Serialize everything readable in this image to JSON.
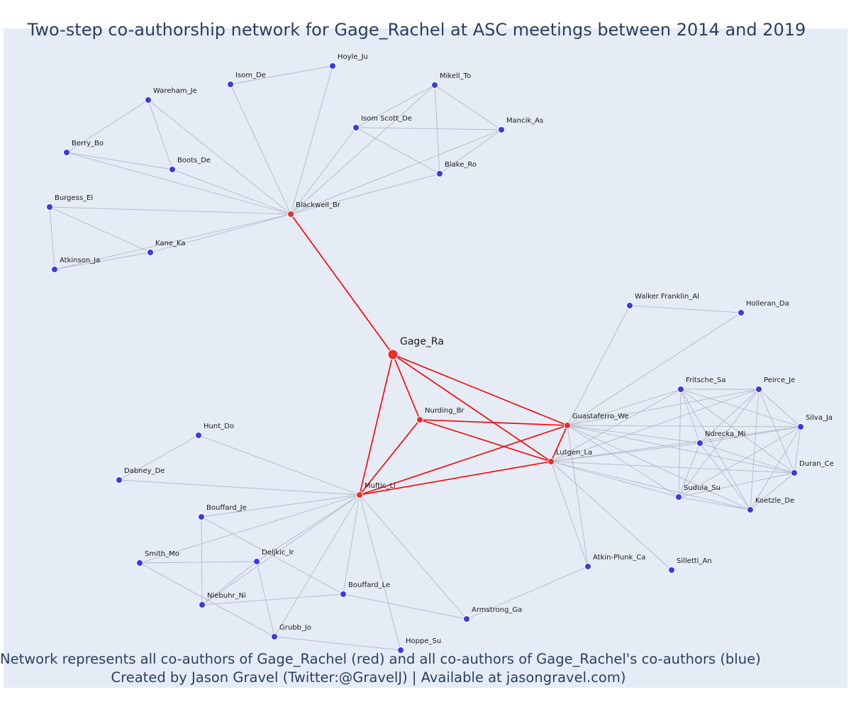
{
  "title": "Two-step co-authorship network for Gage_Rachel at ASC meetings between 2014 and 2019",
  "footer": {
    "line1": "Network represents all co-authors of Gage_Rachel (red) and all co-authors of Gage_Rachel's co-authors (blue)",
    "line2": "Created by Jason Gravel (Twitter:@GravelJ) | Available at jasongravel.com)"
  },
  "colors": {
    "ego": "#ef2b2b",
    "coauthor": "#ef2b2b",
    "second_step": "#3b3be0",
    "ego_edge": "#ff0000",
    "other_edge": "#b4b8c8",
    "background": "#e5ecf6"
  },
  "nodes": [
    {
      "id": "Gage_Ra",
      "group": "ego"
    },
    {
      "id": "Blackwell_Br",
      "group": "coauthor"
    },
    {
      "id": "Nurding_Br",
      "group": "coauthor"
    },
    {
      "id": "Guastaferro_We",
      "group": "coauthor"
    },
    {
      "id": "Lutgen_La",
      "group": "coauthor"
    },
    {
      "id": "Muftic_Li",
      "group": "coauthor"
    },
    {
      "id": "Hoyle_Ju",
      "group": "second"
    },
    {
      "id": "Isom_De",
      "group": "second"
    },
    {
      "id": "Mikell_To",
      "group": "second"
    },
    {
      "id": "Wareham_Je",
      "group": "second"
    },
    {
      "id": "Isom Scott_De",
      "group": "second"
    },
    {
      "id": "Mancik_As",
      "group": "second"
    },
    {
      "id": "Berry_Bo",
      "group": "second"
    },
    {
      "id": "Boots_De",
      "group": "second"
    },
    {
      "id": "Blake_Ro",
      "group": "second"
    },
    {
      "id": "Burgess_El",
      "group": "second"
    },
    {
      "id": "Kane_Ka",
      "group": "second"
    },
    {
      "id": "Atkinson_Ja",
      "group": "second"
    },
    {
      "id": "Walker Franklin_Al",
      "group": "second"
    },
    {
      "id": "Holleran_Da",
      "group": "second"
    },
    {
      "id": "Fritsche_Sa",
      "group": "second"
    },
    {
      "id": "Peirce_Je",
      "group": "second"
    },
    {
      "id": "Silva_Ja",
      "group": "second"
    },
    {
      "id": "Ndrecka_Mi",
      "group": "second"
    },
    {
      "id": "Duran_Ce",
      "group": "second"
    },
    {
      "id": "Sudula_Su",
      "group": "second"
    },
    {
      "id": "Koetzle_De",
      "group": "second"
    },
    {
      "id": "Atkin-Plunk_Ca",
      "group": "second"
    },
    {
      "id": "Silletti_An",
      "group": "second"
    },
    {
      "id": "Hunt_Do",
      "group": "second"
    },
    {
      "id": "Dabney_De",
      "group": "second"
    },
    {
      "id": "Bouffard_Je",
      "group": "second"
    },
    {
      "id": "Smith_Mo",
      "group": "second"
    },
    {
      "id": "Deljkic_Ir",
      "group": "second"
    },
    {
      "id": "Niebuhr_Ni",
      "group": "second"
    },
    {
      "id": "Bouffard_Le",
      "group": "second"
    },
    {
      "id": "Armstrong_Ga",
      "group": "second"
    },
    {
      "id": "Grubb_Jo",
      "group": "second"
    },
    {
      "id": "Hoppe_Su",
      "group": "second"
    }
  ],
  "edges": [
    [
      "Gage_Ra",
      "Blackwell_Br"
    ],
    [
      "Gage_Ra",
      "Nurding_Br"
    ],
    [
      "Gage_Ra",
      "Guastaferro_We"
    ],
    [
      "Gage_Ra",
      "Lutgen_La"
    ],
    [
      "Gage_Ra",
      "Muftic_Li"
    ],
    [
      "Nurding_Br",
      "Guastaferro_We"
    ],
    [
      "Nurding_Br",
      "Lutgen_La"
    ],
    [
      "Nurding_Br",
      "Muftic_Li"
    ],
    [
      "Guastaferro_We",
      "Lutgen_La"
    ],
    [
      "Guastaferro_We",
      "Muftic_Li"
    ],
    [
      "Lutgen_La",
      "Muftic_Li"
    ],
    [
      "Blackwell_Br",
      "Hoyle_Ju"
    ],
    [
      "Blackwell_Br",
      "Isom_De"
    ],
    [
      "Blackwell_Br",
      "Wareham_Je"
    ],
    [
      "Blackwell_Br",
      "Berry_Bo"
    ],
    [
      "Blackwell_Br",
      "Boots_De"
    ],
    [
      "Blackwell_Br",
      "Isom Scott_De"
    ],
    [
      "Blackwell_Br",
      "Mikell_To"
    ],
    [
      "Blackwell_Br",
      "Mancik_As"
    ],
    [
      "Blackwell_Br",
      "Blake_Ro"
    ],
    [
      "Blackwell_Br",
      "Burgess_El"
    ],
    [
      "Blackwell_Br",
      "Kane_Ka"
    ],
    [
      "Blackwell_Br",
      "Atkinson_Ja"
    ],
    [
      "Isom_De",
      "Hoyle_Ju"
    ],
    [
      "Wareham_Je",
      "Berry_Bo"
    ],
    [
      "Wareham_Je",
      "Boots_De"
    ],
    [
      "Berry_Bo",
      "Boots_De"
    ],
    [
      "Mikell_To",
      "Isom Scott_De"
    ],
    [
      "Mikell_To",
      "Mancik_As"
    ],
    [
      "Mikell_To",
      "Blake_Ro"
    ],
    [
      "Isom Scott_De",
      "Mancik_As"
    ],
    [
      "Isom Scott_De",
      "Blake_Ro"
    ],
    [
      "Mancik_As",
      "Blake_Ro"
    ],
    [
      "Burgess_El",
      "Kane_Ka"
    ],
    [
      "Burgess_El",
      "Atkinson_Ja"
    ],
    [
      "Kane_Ka",
      "Atkinson_Ja"
    ],
    [
      "Guastaferro_We",
      "Walker Franklin_Al"
    ],
    [
      "Guastaferro_We",
      "Holleran_Da"
    ],
    [
      "Walker Franklin_Al",
      "Holleran_Da"
    ],
    [
      "Guastaferro_We",
      "Fritsche_Sa"
    ],
    [
      "Guastaferro_We",
      "Peirce_Je"
    ],
    [
      "Guastaferro_We",
      "Silva_Ja"
    ],
    [
      "Guastaferro_We",
      "Ndrecka_Mi"
    ],
    [
      "Guastaferro_We",
      "Duran_Ce"
    ],
    [
      "Guastaferro_We",
      "Sudula_Su"
    ],
    [
      "Guastaferro_We",
      "Koetzle_De"
    ],
    [
      "Guastaferro_We",
      "Atkin-Plunk_Ca"
    ],
    [
      "Lutgen_La",
      "Fritsche_Sa"
    ],
    [
      "Lutgen_La",
      "Peirce_Je"
    ],
    [
      "Lutgen_La",
      "Silva_Ja"
    ],
    [
      "Lutgen_La",
      "Ndrecka_Mi"
    ],
    [
      "Lutgen_La",
      "Duran_Ce"
    ],
    [
      "Lutgen_La",
      "Sudula_Su"
    ],
    [
      "Lutgen_La",
      "Koetzle_De"
    ],
    [
      "Lutgen_La",
      "Atkin-Plunk_Ca"
    ],
    [
      "Lutgen_La",
      "Silletti_An"
    ],
    [
      "Fritsche_Sa",
      "Peirce_Je"
    ],
    [
      "Fritsche_Sa",
      "Silva_Ja"
    ],
    [
      "Fritsche_Sa",
      "Ndrecka_Mi"
    ],
    [
      "Fritsche_Sa",
      "Duran_Ce"
    ],
    [
      "Fritsche_Sa",
      "Sudula_Su"
    ],
    [
      "Fritsche_Sa",
      "Koetzle_De"
    ],
    [
      "Peirce_Je",
      "Silva_Ja"
    ],
    [
      "Peirce_Je",
      "Ndrecka_Mi"
    ],
    [
      "Peirce_Je",
      "Duran_Ce"
    ],
    [
      "Peirce_Je",
      "Sudula_Su"
    ],
    [
      "Peirce_Je",
      "Koetzle_De"
    ],
    [
      "Silva_Ja",
      "Ndrecka_Mi"
    ],
    [
      "Silva_Ja",
      "Duran_Ce"
    ],
    [
      "Silva_Ja",
      "Sudula_Su"
    ],
    [
      "Silva_Ja",
      "Koetzle_De"
    ],
    [
      "Ndrecka_Mi",
      "Duran_Ce"
    ],
    [
      "Ndrecka_Mi",
      "Sudula_Su"
    ],
    [
      "Ndrecka_Mi",
      "Koetzle_De"
    ],
    [
      "Duran_Ce",
      "Sudula_Su"
    ],
    [
      "Duran_Ce",
      "Koetzle_De"
    ],
    [
      "Sudula_Su",
      "Koetzle_De"
    ],
    [
      "Muftic_Li",
      "Hunt_Do"
    ],
    [
      "Muftic_Li",
      "Dabney_De"
    ],
    [
      "Muftic_Li",
      "Bouffard_Je"
    ],
    [
      "Muftic_Li",
      "Smith_Mo"
    ],
    [
      "Muftic_Li",
      "Deljkic_Ir"
    ],
    [
      "Muftic_Li",
      "Niebuhr_Ni"
    ],
    [
      "Muftic_Li",
      "Bouffard_Le"
    ],
    [
      "Muftic_Li",
      "Armstrong_Ga"
    ],
    [
      "Muftic_Li",
      "Grubb_Jo"
    ],
    [
      "Muftic_Li",
      "Hoppe_Su"
    ],
    [
      "Hunt_Do",
      "Dabney_De"
    ],
    [
      "Bouffard_Je",
      "Bouffard_Le"
    ],
    [
      "Bouffard_Je",
      "Niebuhr_Ni"
    ],
    [
      "Smith_Mo",
      "Deljkic_Ir"
    ],
    [
      "Smith_Mo",
      "Grubb_Jo"
    ],
    [
      "Deljkic_Ir",
      "Niebuhr_Ni"
    ],
    [
      "Deljkic_Ir",
      "Grubb_Jo"
    ],
    [
      "Niebuhr_Ni",
      "Bouffard_Le"
    ],
    [
      "Bouffard_Le",
      "Armstrong_Ga"
    ],
    [
      "Grubb_Jo",
      "Hoppe_Su"
    ],
    [
      "Armstrong_Ga",
      "Atkin-Plunk_Ca"
    ]
  ]
}
